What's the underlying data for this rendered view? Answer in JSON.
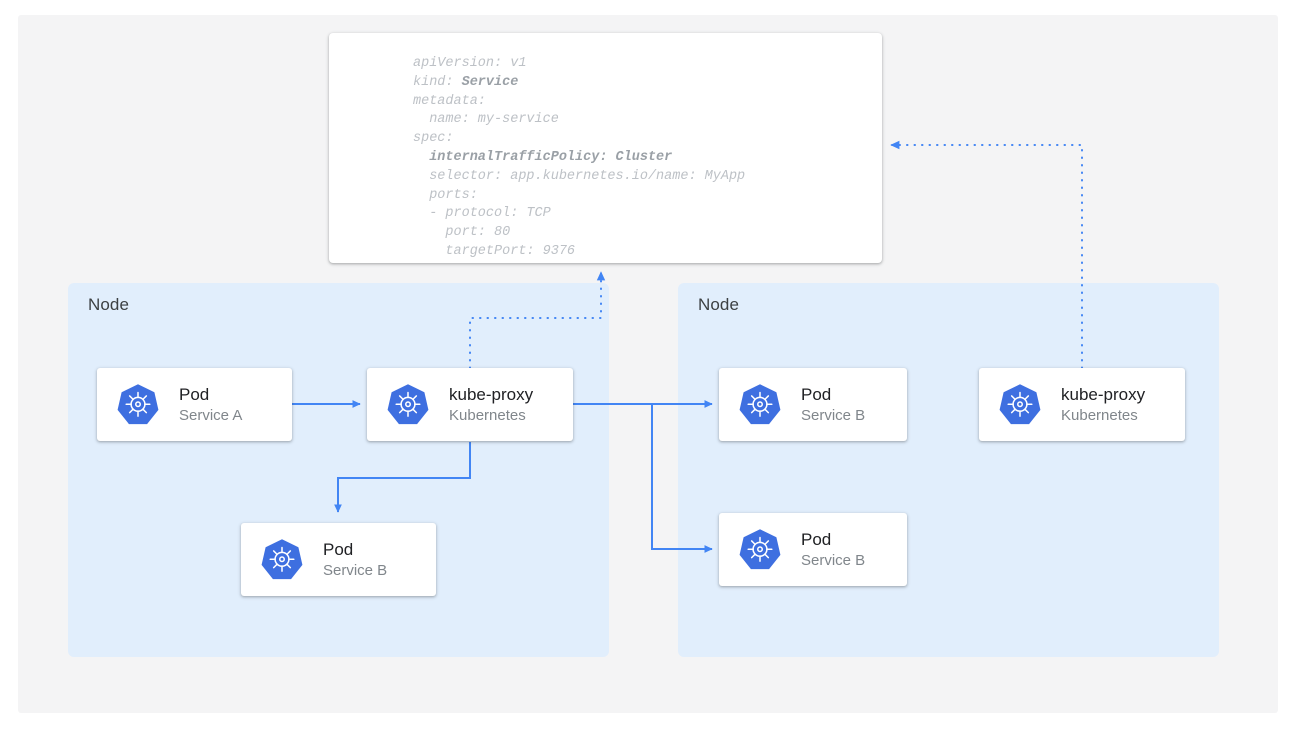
{
  "canvas": {
    "background": "#f4f4f5",
    "page_background": "#ffffff"
  },
  "colors": {
    "node_fill": "#e1eefc",
    "card_fill": "#ffffff",
    "arrow_blue": "#4285f4",
    "dotted_blue": "#4285f4",
    "k8s_blue": "#3e6fe0",
    "text_primary": "#202124",
    "text_secondary": "#80868b",
    "yaml_text": "#bdc1c6",
    "yaml_text_bold": "#9aa0a6"
  },
  "yaml_panel": {
    "name": "service-manifest",
    "lines": [
      {
        "text": "apiVersion: v1",
        "bold": false
      },
      {
        "text": "kind: ",
        "bold_suffix": "Service",
        "bold": false
      },
      {
        "text": "metadata:",
        "bold": false
      },
      {
        "text": "  name: my-service",
        "bold": false
      },
      {
        "text": "spec:",
        "bold": false
      },
      {
        "text": "  internalTrafficPolicy: Cluster",
        "bold": true
      },
      {
        "text": "  selector: app.kubernetes.io/name: MyApp",
        "bold": false
      },
      {
        "text": "  ports:",
        "bold": false
      },
      {
        "text": "  - protocol: TCP",
        "bold": false
      },
      {
        "text": "    port: 80",
        "bold": false
      },
      {
        "text": "    targetPort: 9376",
        "bold": false
      }
    ]
  },
  "nodes": [
    {
      "label": "Node",
      "id": "node-left"
    },
    {
      "label": "Node",
      "id": "node-right"
    }
  ],
  "cards": [
    {
      "id": "pod-service-a",
      "title": "Pod",
      "subtitle": "Service A",
      "icon": "kubernetes-icon"
    },
    {
      "id": "kube-proxy-left",
      "title": "kube-proxy",
      "subtitle": "Kubernetes",
      "icon": "kubernetes-icon"
    },
    {
      "id": "pod-service-b-left",
      "title": "Pod",
      "subtitle": "Service B",
      "icon": "kubernetes-icon"
    },
    {
      "id": "pod-service-b-top",
      "title": "Pod",
      "subtitle": "Service B",
      "icon": "kubernetes-icon"
    },
    {
      "id": "pod-service-b-bottom",
      "title": "Pod",
      "subtitle": "Service B",
      "icon": "kubernetes-icon"
    },
    {
      "id": "kube-proxy-right",
      "title": "kube-proxy",
      "subtitle": "Kubernetes",
      "icon": "kubernetes-icon"
    }
  ],
  "connectors": [
    {
      "id": "pod-a-to-kube-proxy",
      "style": "solid",
      "arrow": true
    },
    {
      "id": "kube-proxy-to-pod-b-left",
      "style": "solid",
      "arrow": true
    },
    {
      "id": "kube-proxy-to-pod-b-top",
      "style": "solid",
      "arrow": true
    },
    {
      "id": "kube-proxy-to-pod-b-bottom",
      "style": "solid",
      "arrow": true
    },
    {
      "id": "kube-proxy-left-to-manifest",
      "style": "dotted",
      "arrow": true
    },
    {
      "id": "kube-proxy-right-to-manifest",
      "style": "dotted",
      "arrow": true
    }
  ]
}
